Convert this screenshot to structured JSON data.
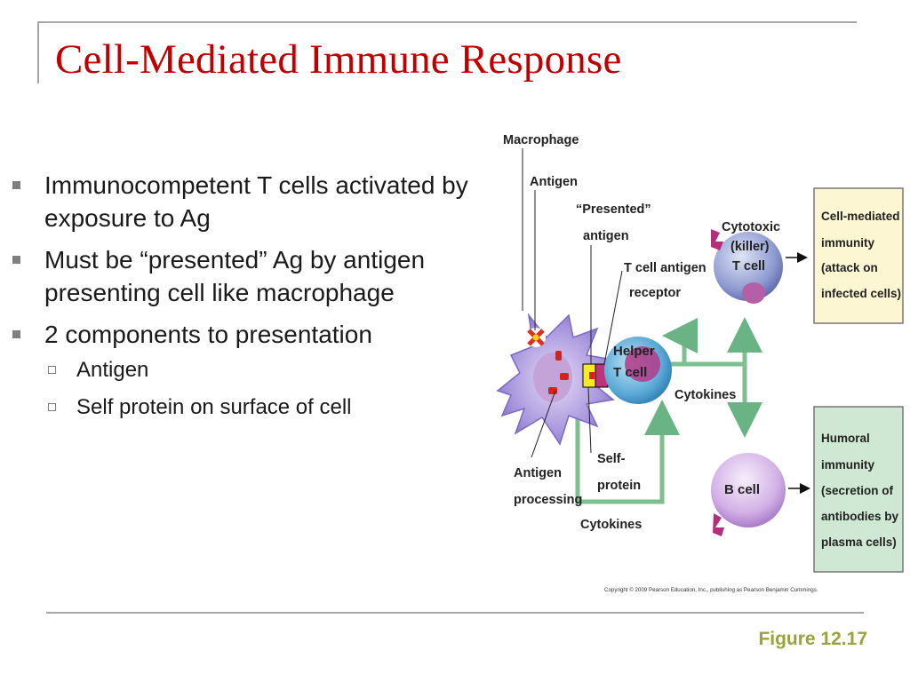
{
  "slide": {
    "title": "Cell-Mediated Immune Response",
    "bullets": [
      {
        "level": 1,
        "text": "Immunocompetent T cells activated by exposure to Ag"
      },
      {
        "level": 1,
        "text": "Must be “presented” Ag by antigen presenting cell like macrophage"
      },
      {
        "level": 1,
        "text": "2 components to presentation"
      },
      {
        "level": 2,
        "text": "Antigen"
      },
      {
        "level": 2,
        "text": "Self protein on surface of cell"
      }
    ],
    "figure_ref": "Figure 12.17"
  },
  "diagram": {
    "labels": {
      "macrophage": "Macrophage",
      "antigen": "Antigen",
      "presented_antigen_1": "“Presented”",
      "presented_antigen_2": "antigen",
      "tcr_1": "T cell antigen",
      "tcr_2": "receptor",
      "helper_1": "Helper",
      "helper_2": "T cell",
      "cytotoxic_1": "Cytotoxic",
      "cytotoxic_2": "(killer)",
      "cytotoxic_3": "T cell",
      "cytokines_right": "Cytokines",
      "cytokines_bottom": "Cytokines",
      "bcell": "B cell",
      "antigen_processing_1": "Antigen",
      "antigen_processing_2": "processing",
      "self_protein_1": "Self-",
      "self_protein_2": "protein",
      "cmi_box": [
        "Cell-mediated",
        "immunity",
        "(attack on",
        "infected cells)"
      ],
      "humoral_box": [
        "Humoral",
        "immunity",
        "(secretion of",
        "antibodies by",
        "plasma cells)"
      ],
      "copyright": "Copyright © 2009 Pearson Education, Inc., publishing as Pearson Benjamin Cummings."
    },
    "colors": {
      "title_red": "#c00000",
      "figure_ref": "#9aa33a",
      "arrow_green": "#7dbf8e",
      "cmi_box_fill": "#fdf6d3",
      "humoral_box_fill": "#cfe8d3",
      "helper_cell": "#5aa9d6",
      "cytotoxic_cell": "#7f8fc8",
      "b_cell": "#c9a6df",
      "macrophage": "#9b8fd3"
    }
  }
}
